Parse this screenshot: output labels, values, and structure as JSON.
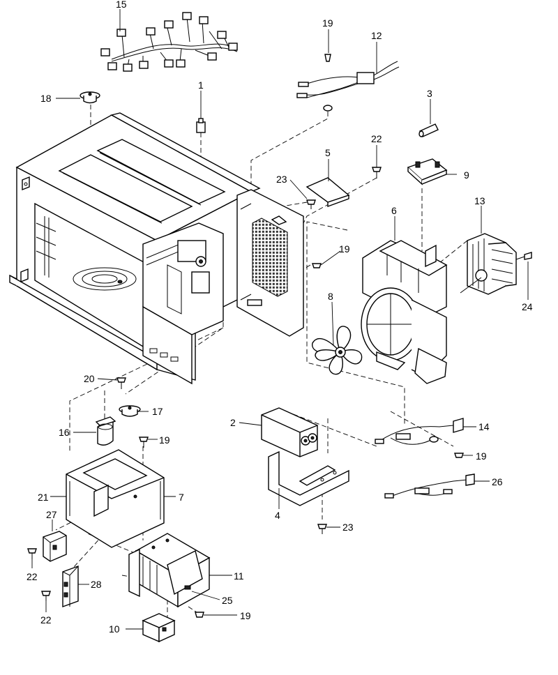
{
  "callouts": [
    {
      "id": "c15",
      "text": "15"
    },
    {
      "id": "c19a",
      "text": "19"
    },
    {
      "id": "c12",
      "text": "12"
    },
    {
      "id": "c1",
      "text": "1"
    },
    {
      "id": "c18",
      "text": "18"
    },
    {
      "id": "c3",
      "text": "3"
    },
    {
      "id": "c22a",
      "text": "22"
    },
    {
      "id": "c5",
      "text": "5"
    },
    {
      "id": "c23a",
      "text": "23"
    },
    {
      "id": "c9",
      "text": "9"
    },
    {
      "id": "c13",
      "text": "13"
    },
    {
      "id": "c6",
      "text": "6"
    },
    {
      "id": "c19b",
      "text": "19"
    },
    {
      "id": "c8",
      "text": "8"
    },
    {
      "id": "c24",
      "text": "24"
    },
    {
      "id": "c20",
      "text": "20"
    },
    {
      "id": "c17",
      "text": "17"
    },
    {
      "id": "c2",
      "text": "2"
    },
    {
      "id": "c14",
      "text": "14"
    },
    {
      "id": "c16",
      "text": "16"
    },
    {
      "id": "c19c",
      "text": "19"
    },
    {
      "id": "c19d",
      "text": "19"
    },
    {
      "id": "c26",
      "text": "26"
    },
    {
      "id": "c21",
      "text": "21"
    },
    {
      "id": "c7",
      "text": "7"
    },
    {
      "id": "c4",
      "text": "4"
    },
    {
      "id": "c27",
      "text": "27"
    },
    {
      "id": "c23b",
      "text": "23"
    },
    {
      "id": "c22b",
      "text": "22"
    },
    {
      "id": "c28",
      "text": "28"
    },
    {
      "id": "c11",
      "text": "11"
    },
    {
      "id": "c25",
      "text": "25"
    },
    {
      "id": "c22c",
      "text": "22"
    },
    {
      "id": "c19e",
      "text": "19"
    },
    {
      "id": "c10",
      "text": "10"
    }
  ]
}
